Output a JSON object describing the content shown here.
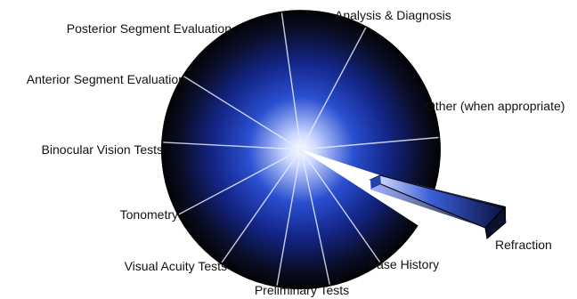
{
  "diagram": {
    "segments": [
      {
        "label": "Analysis & Diagnosis",
        "anchor": "start"
      },
      {
        "label": "Other (when appropriate)",
        "anchor": "start"
      },
      {
        "label": "Refraction",
        "anchor": "start"
      },
      {
        "label": "Case History",
        "anchor": "start"
      },
      {
        "label": "Preliminary Tests",
        "anchor": "middle"
      },
      {
        "label": "Visual Acuity Tests",
        "anchor": "end"
      },
      {
        "label": "Tonometry",
        "anchor": "end"
      },
      {
        "label": "Binocular Vision Tests",
        "anchor": "end"
      },
      {
        "label": "Anterior Segment Evaluation",
        "anchor": "end"
      },
      {
        "label": "Posterior Segment Evaluation",
        "anchor": "end"
      }
    ],
    "highlighted_segment": "Refraction",
    "colors": {
      "center": "#ffffff",
      "mid": "#1a3aa8",
      "edge": "#050505"
    }
  }
}
